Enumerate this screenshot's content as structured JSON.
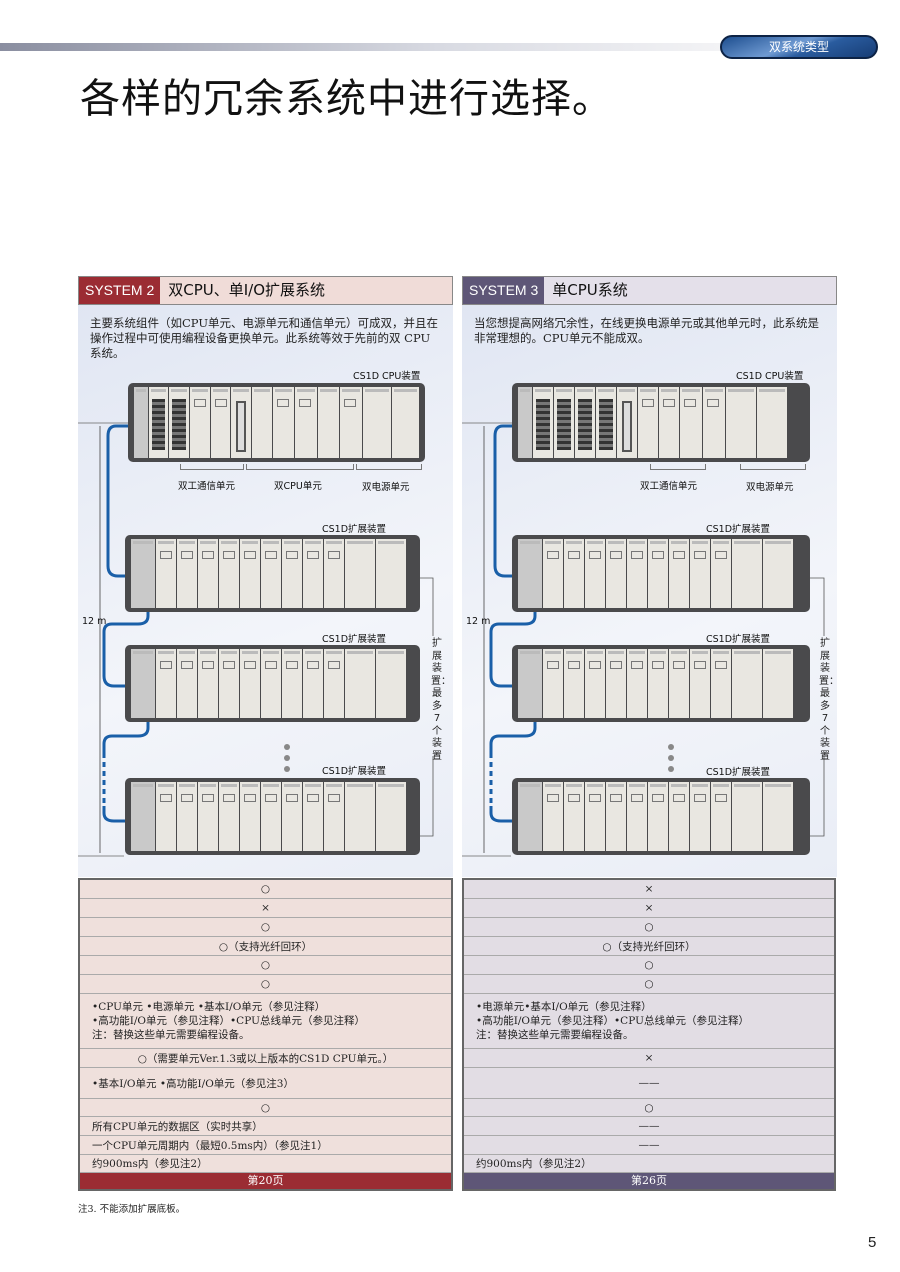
{
  "header": {
    "badge": "双系统类型",
    "title": "各样的冗余系统中进行选择。"
  },
  "colors": {
    "system2": "#9b2c33",
    "system2_light": "#efe0dc",
    "system3": "#5e5677",
    "system3_light": "#e2dde4",
    "cable": "#1a5fa8"
  },
  "system2": {
    "label": "SYSTEM 2",
    "title": "双CPU、单I/O扩展系统",
    "desc": "主要系统组件（如CPU单元、电源单元和通信单元）可成双，并且在操作过程中可使用编程设备更换单元。此系统等效于先前的双 CPU系统。",
    "cpu_rack_label": "CS1D CPU装置",
    "unit_labels": [
      "双工通信单元",
      "双CPU单元",
      "双电源单元"
    ],
    "exp_rack_label": "CS1D扩展装置",
    "distance": "12 m",
    "exp_note": "扩展装置：最多7个装置",
    "rows": [
      {
        "text": "○",
        "align": "center"
      },
      {
        "text": "×",
        "align": "center"
      },
      {
        "text": "○",
        "align": "center"
      },
      {
        "text": "○（支持光纤回环）",
        "align": "center"
      },
      {
        "text": "○",
        "align": "center"
      },
      {
        "text": "○",
        "align": "center"
      },
      {
        "lines": [
          "•CPU单元 •电源单元 •基本I/O单元（参见注释）",
          "•高功能I/O单元（参见注释）•CPU总线单元（参见注释）",
          "注：替换这些单元需要编程设备。"
        ],
        "align": "left"
      },
      {
        "text": "○（需要单元Ver.1.3或以上版本的CS1D CPU单元。）",
        "align": "center"
      },
      {
        "text": "•基本I/O单元 •高功能I/O单元（参见注3）",
        "align": "left"
      },
      {
        "text": "○",
        "align": "center"
      },
      {
        "text": "所有CPU单元的数据区（实时共享）",
        "align": "left"
      },
      {
        "text": "一个CPU单元周期内（最短0.5ms内）（参见注1）",
        "align": "left"
      },
      {
        "text": "约900ms内（参见注2）",
        "align": "left"
      }
    ],
    "page_ref": "第20页"
  },
  "system3": {
    "label": "SYSTEM 3",
    "title": "单CPU系统",
    "desc": "当您想提高网络冗余性，在线更换电源单元或其他单元时，此系统是非常理想的。CPU单元不能成双。",
    "cpu_rack_label": "CS1D CPU装置",
    "unit_labels": [
      "双工通信单元",
      "双电源单元"
    ],
    "exp_rack_label": "CS1D扩展装置",
    "distance": "12 m",
    "exp_note": "扩展装置：最多7个装置",
    "rows": [
      {
        "text": "×",
        "align": "center"
      },
      {
        "text": "×",
        "align": "center"
      },
      {
        "text": "○",
        "align": "center"
      },
      {
        "text": "○（支持光纤回环）",
        "align": "center"
      },
      {
        "text": "○",
        "align": "center"
      },
      {
        "text": "○",
        "align": "center"
      },
      {
        "lines": [
          "•电源单元•基本I/O单元（参见注释）",
          "•高功能I/O单元（参见注释）•CPU总线单元（参见注释）",
          "注：替换这些单元需要编程设备。"
        ],
        "align": "left"
      },
      {
        "text": "×",
        "align": "center"
      },
      {
        "text": "——",
        "align": "center"
      },
      {
        "text": "○",
        "align": "center"
      },
      {
        "text": "——",
        "align": "center"
      },
      {
        "text": "——",
        "align": "center"
      },
      {
        "text": "约900ms内（参见注2）",
        "align": "left"
      }
    ],
    "page_ref": "第26页"
  },
  "footer": {
    "note": "注3. 不能添加扩展底板。",
    "page_number": "5"
  }
}
